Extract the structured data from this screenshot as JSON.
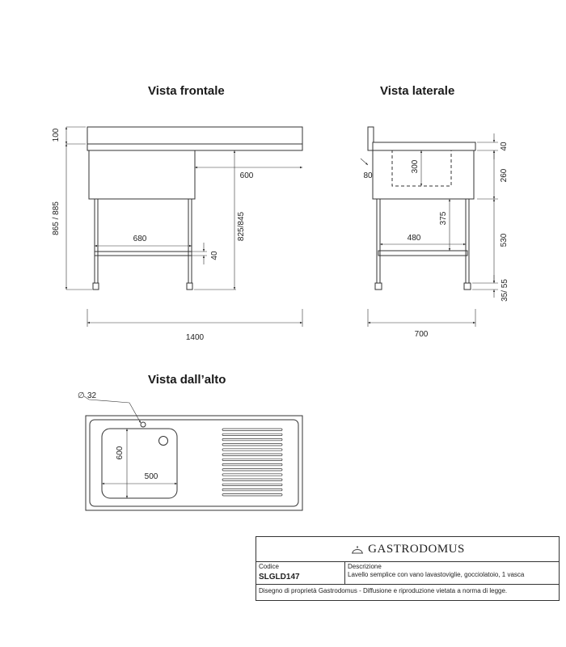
{
  "views": {
    "front_title": "Vista frontale",
    "side_title": "Vista laterale",
    "top_title": "Vista dall’alto"
  },
  "front": {
    "dim_top": "100",
    "dim_height": "865 / 885",
    "dim_600": "600",
    "dim_825": "825/845",
    "dim_680": "680",
    "dim_40": "40",
    "dim_width": "1400"
  },
  "side": {
    "dim_40": "40",
    "dim_260": "260",
    "dim_300": "300",
    "dim_80": "80",
    "dim_375": "375",
    "dim_480": "480",
    "dim_530": "530",
    "dim_35_55": "35/ 55",
    "dim_width": "700"
  },
  "top": {
    "dim_hole": "32",
    "dim_600": "600",
    "dim_500": "500"
  },
  "title_block": {
    "brand": "GASTRODOMUS",
    "code_label": "Codice",
    "code_value": "SLGLD147",
    "desc_label": "Descrizione",
    "desc_value": "Lavello semplice con vano lavastoviglie, gocciolatoio, 1 vasca",
    "note": "Disegno di proprietà Gastrodomus - Diffusione e riproduzione vietata a norma di legge."
  }
}
